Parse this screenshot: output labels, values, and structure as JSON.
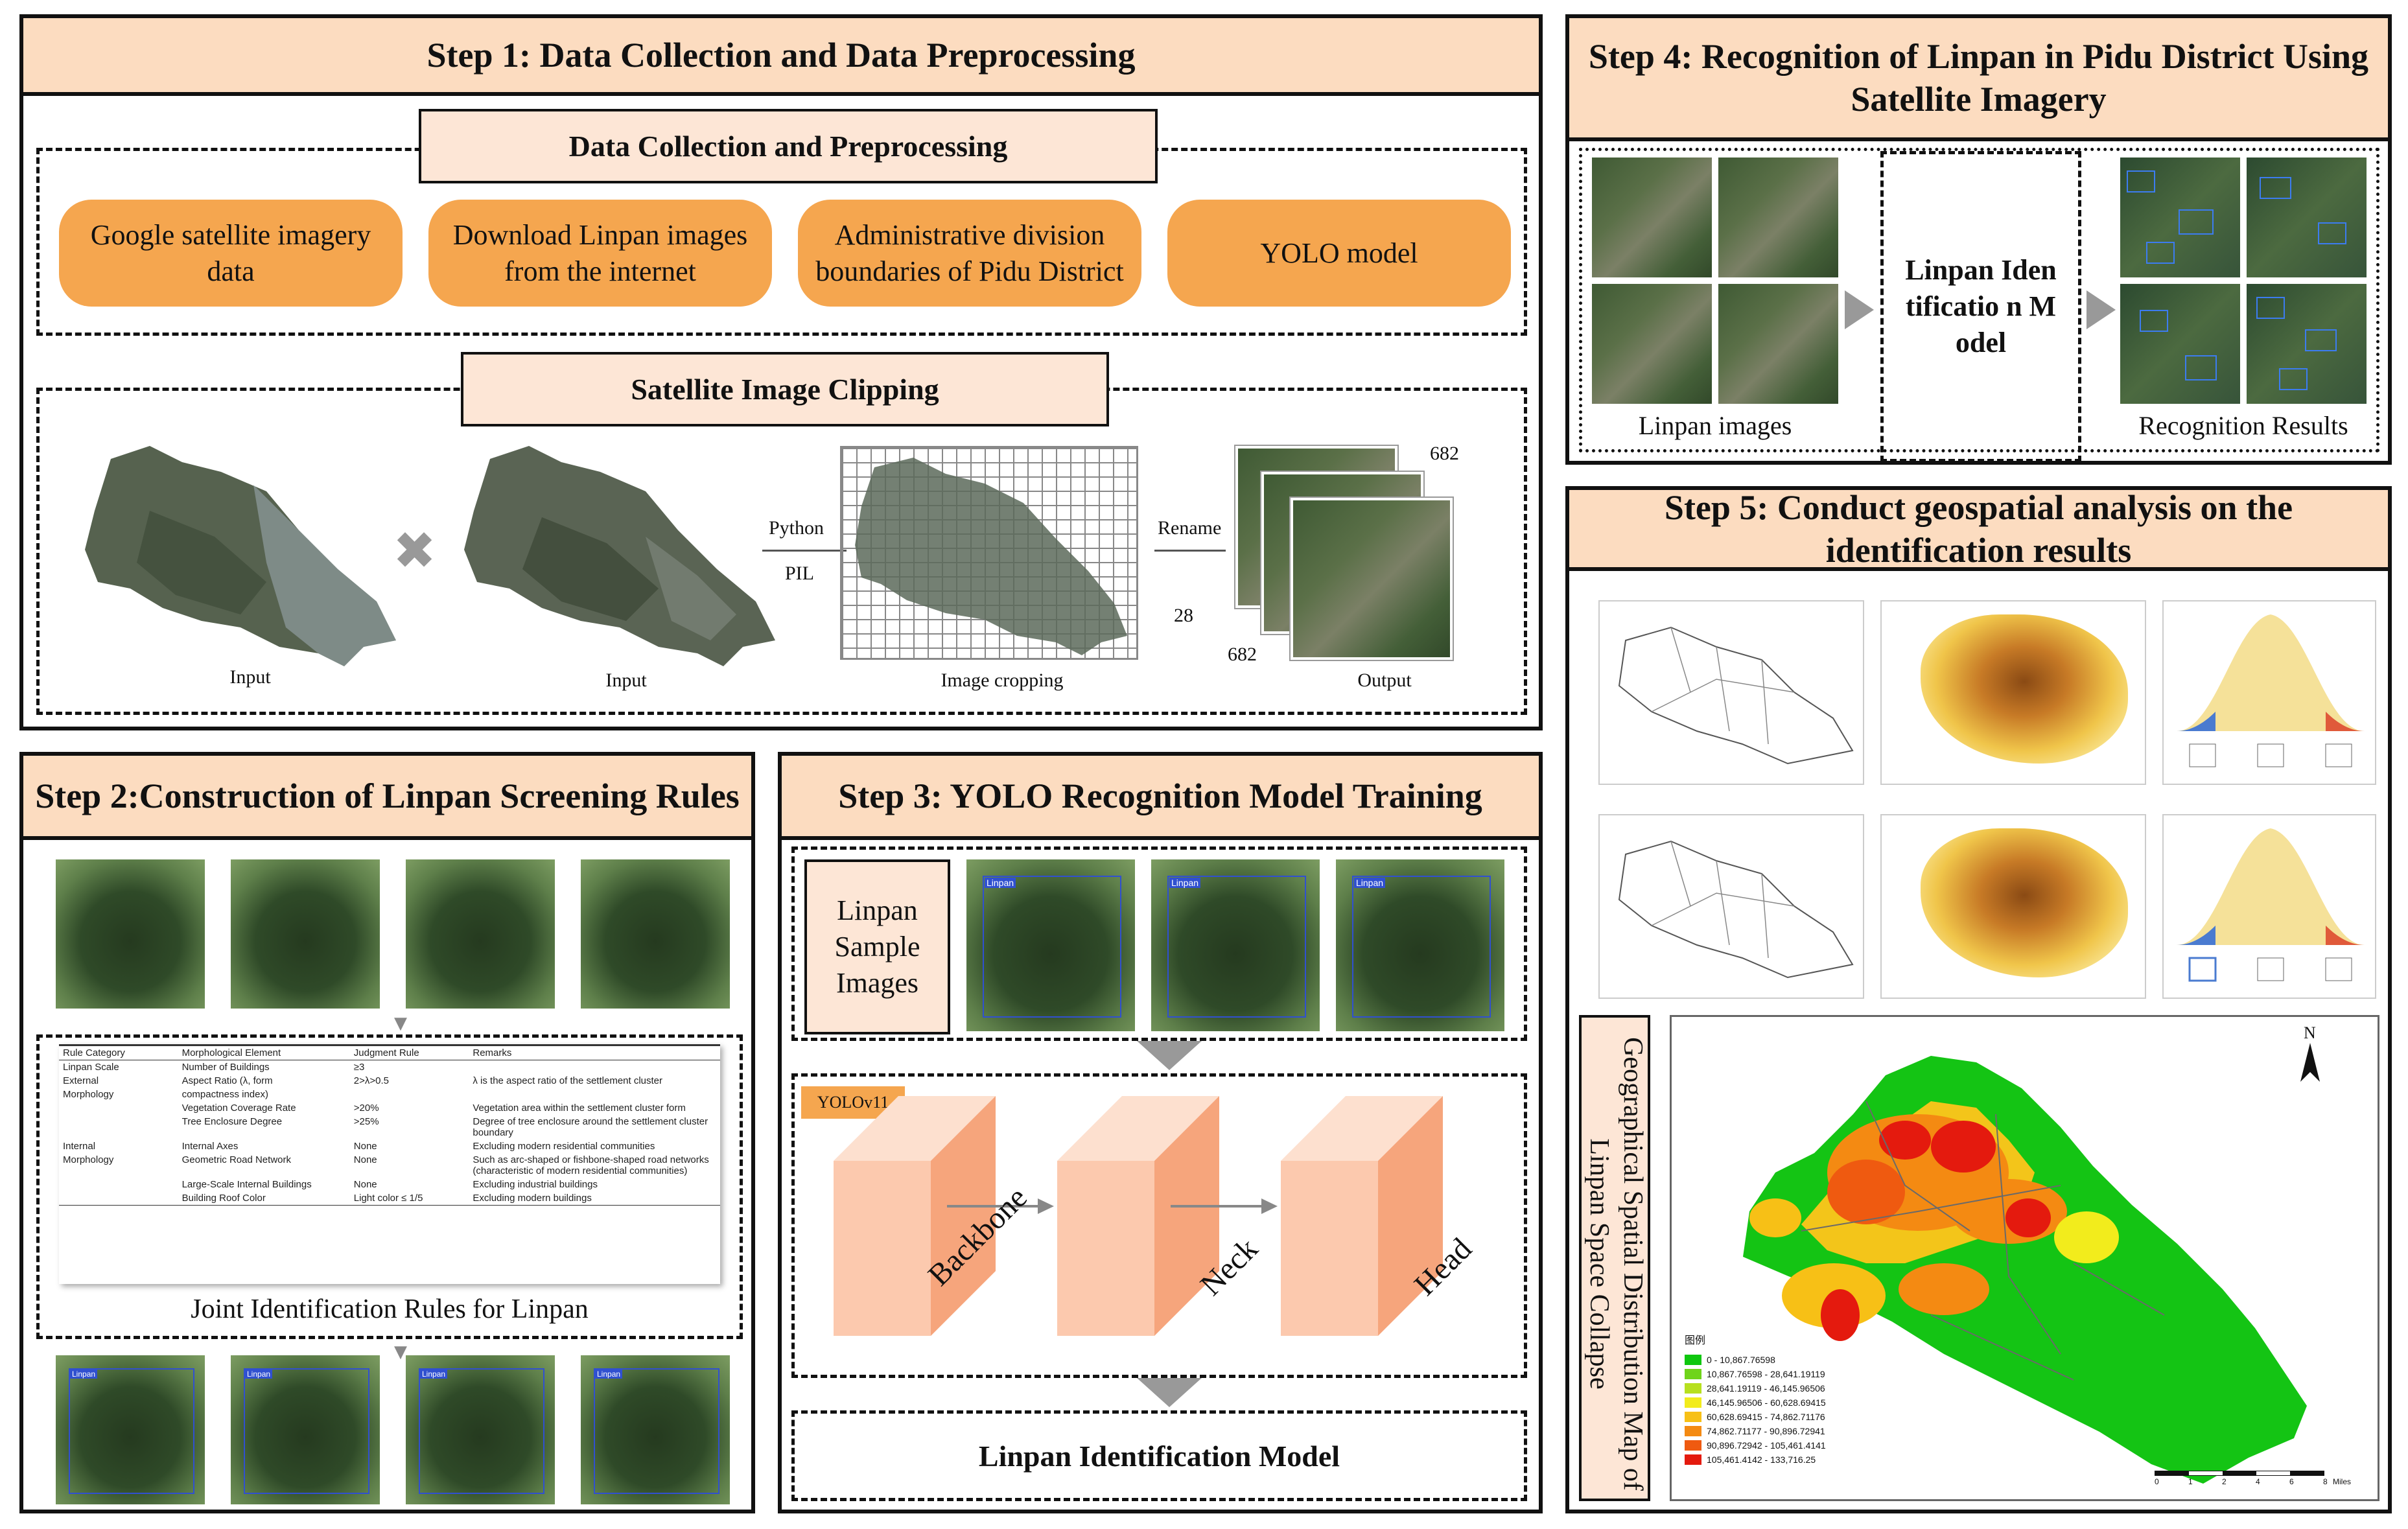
{
  "step1": {
    "title": "Step 1: Data Collection and Data Preprocessing",
    "section1_title": "Data Collection and Preprocessing",
    "pills": [
      "Google satellite imagery data",
      "Download Linpan images from the internet",
      "Administrative division boundaries of Pidu District",
      "YOLO model"
    ],
    "section2_title": "Satellite Image Clipping",
    "labels": {
      "input1": "Input",
      "input2": "Input",
      "cropping": "Image cropping",
      "output": "Output",
      "python": "Python",
      "pil": "PIL",
      "rename": "Rename",
      "n682a": "682",
      "n682b": "682",
      "n28": "28"
    }
  },
  "step2": {
    "title": "Step 2:Construction of Linpan Screening Rules",
    "table_caption": "Joint Identification Rules for Linpan",
    "table_headers": [
      "Rule Category",
      "Morphological Element",
      "Judgment Rule",
      "Remarks"
    ],
    "table_rows": [
      [
        "Linpan Scale",
        "Number of Buildings",
        "≥3",
        ""
      ],
      [
        "External",
        "Aspect Ratio (λ, form",
        "2>λ>0.5",
        "λ is the aspect ratio of the settlement cluster"
      ],
      [
        "Morphology",
        "compactness index)",
        "",
        ""
      ],
      [
        "",
        "Vegetation Coverage Rate",
        ">20%",
        "Vegetation area within the settlement cluster form"
      ],
      [
        "",
        "Tree Enclosure Degree",
        ">25%",
        "Degree of tree enclosure around the settlement cluster boundary"
      ],
      [
        "Internal",
        "Internal Axes",
        "None",
        "Excluding modern residential communities"
      ],
      [
        "Morphology",
        "Geometric Road Network",
        "None",
        "Such as arc-shaped or fishbone-shaped road networks (characteristic of modern residential communities)"
      ],
      [
        "",
        "Large-Scale Internal Buildings",
        "None",
        "Excluding industrial buildings"
      ],
      [
        "",
        "Building Roof Color",
        "Light color ≤ 1/5",
        "Excluding modern buildings"
      ]
    ],
    "box_label": "Linpan"
  },
  "step3": {
    "title": "Step 3: YOLO Recognition Model Training",
    "sample_label": "Linpan Sample Images",
    "yolo_tag": "YOLOv11",
    "blocks": [
      "Backbone",
      "Neck",
      "Head"
    ],
    "model_label": "Linpan Identification Model",
    "box_label": "Linpan"
  },
  "step4": {
    "title": "Step 4: Recognition of Linpan in Pidu District Using Satellite Imagery",
    "images_label": "Linpan images",
    "model_label": "Linpan Identificatio n Model",
    "results_label": "Recognition Results"
  },
  "step5": {
    "title": "Step 5: Conduct geospatial analysis on the identification results",
    "map_title": "Geographical Spatial Distribution Map of Linpan Space Collapse",
    "north": "N",
    "legend_title": "图例",
    "legend_items": [
      {
        "label": "0 - 10,867.76598",
        "color": "#0fc70f"
      },
      {
        "label": "10,867.76598 - 28,641.19119",
        "color": "#6fd41a"
      },
      {
        "label": "28,641.19119 - 46,145.96506",
        "color": "#b7e01f"
      },
      {
        "label": "46,145.96506 - 60,628.69415",
        "color": "#f2ec1c"
      },
      {
        "label": "60,628.69415 - 74,862.71176",
        "color": "#f7c016"
      },
      {
        "label": "74,862.71177 - 90,896.72941",
        "color": "#f48a12"
      },
      {
        "label": "90,896.72942 - 105,461.4141",
        "color": "#ef5a10"
      },
      {
        "label": "105,461.4142 - 133,716.25",
        "color": "#e41a0e"
      }
    ],
    "scale_ticks": [
      "0",
      "1",
      "2",
      "4",
      "6",
      "8"
    ],
    "scale_unit": "Miles"
  }
}
